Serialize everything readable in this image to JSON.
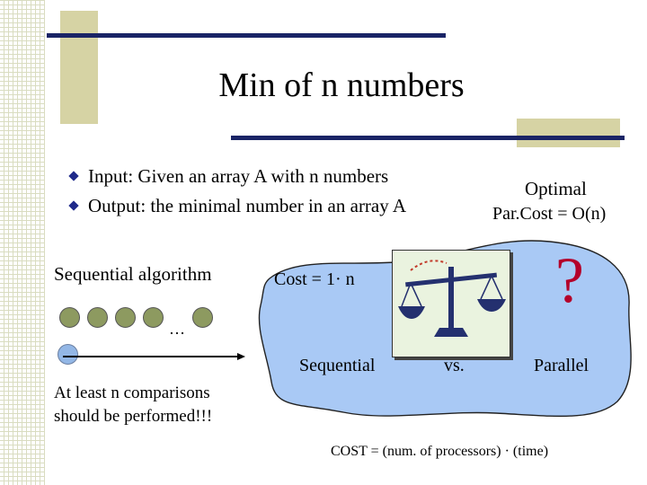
{
  "slide": {
    "title": "Min of n numbers",
    "bullets": [
      "Input: Given an array A with n numbers",
      "Output: the minimal number in an array A"
    ],
    "sequential_label": "Sequential algorithm",
    "ellipsis": "…",
    "comparisons_note": [
      "At least n comparisons",
      "should be performed!!!"
    ],
    "cost_label": "Cost = 1· n",
    "optimal": [
      "Optimal",
      "Par.Cost = O(n)"
    ],
    "question_mark": "?",
    "comparison": {
      "left": "Sequential",
      "middle": "vs.",
      "right": "Parallel"
    },
    "cost_formula": "COST = (num. of processors) · (time)"
  },
  "colors": {
    "olive_block": "#d6d3a4",
    "navy_bar": "#1a2466",
    "blob_fill": "#a9c9f5",
    "question_mark": "#b4002a",
    "circle_olive": "#8d9a60",
    "circle_blue": "#93b7e6"
  },
  "icons": {
    "bullet": "diamond-bullet-icon",
    "scale": "balance-scale-icon",
    "arrow": "right-arrow-icon"
  }
}
